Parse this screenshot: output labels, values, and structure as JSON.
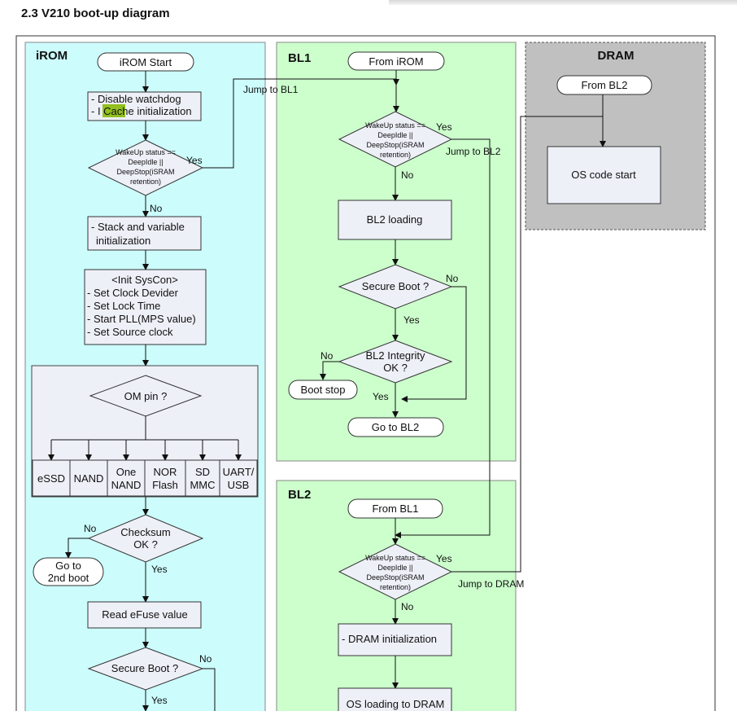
{
  "page_title": "2.3 V210 boot-up diagram",
  "sections": {
    "irom": "iROM",
    "bl1": "BL1",
    "bl2": "BL2",
    "dram": "DRAM"
  },
  "irom": {
    "start": "iROM Start",
    "init1": [
      "- Disable watchdog",
      "- I ",
      "Cache",
      " initialization"
    ],
    "wakeup": [
      "WakeUp status ==",
      "DeepIdle ||",
      "DeepStop(iSRAM",
      "retention)"
    ],
    "yes": "Yes",
    "no": "No",
    "jump_bl1": "Jump to BL1",
    "stack": [
      "- Stack and variable",
      "initialization"
    ],
    "syscon": [
      "<Init SysCon>",
      "- Set Clock Devider",
      "- Set Lock Time",
      "- Start PLL(MPS value)",
      "- Set Source clock"
    ],
    "om": "OM pin ?",
    "modes": [
      [
        "eSSD"
      ],
      [
        "NAND"
      ],
      [
        "One",
        "NAND"
      ],
      [
        "NOR",
        "Flash"
      ],
      [
        "SD",
        "MMC"
      ],
      [
        "UART/",
        "USB"
      ]
    ],
    "checksum": [
      "Checksum",
      "OK ?"
    ],
    "second_boot": [
      "Go to",
      "2nd boot"
    ],
    "efuse": "Read eFuse value",
    "secure": "Secure Boot ?"
  },
  "bl1": {
    "start": "From iROM",
    "wakeup": [
      "WakeUp status ==",
      "DeepIdle ||",
      "DeepStop(iSRAM",
      "retention)"
    ],
    "yes": "Yes",
    "no": "No",
    "jump_bl2": "Jump to BL2",
    "loading": "BL2 loading",
    "secure": "Secure Boot ?",
    "integrity": [
      "BL2 Integrity",
      "OK ?"
    ],
    "boot_stop": "Boot stop",
    "goto_bl2": "Go to BL2"
  },
  "bl2": {
    "start": "From BL1",
    "wakeup": [
      "WakeUp status ==",
      "DeepIdle ||",
      "DeepStop(iSRAM",
      "retention)"
    ],
    "yes": "Yes",
    "no": "No",
    "jump_dram": "Jump to DRAM",
    "dram_init": "- DRAM initialization",
    "os_loading": "OS loading to DRAM"
  },
  "dram": {
    "start": "From BL2",
    "os_start": "OS code start"
  },
  "colors": {
    "irom_bg": "#ccfcfc",
    "bl_bg": "#ccffcc",
    "dram_bg": "#c0c0c0",
    "box_fill": "#eef0f8",
    "highlight": "#92c020"
  }
}
